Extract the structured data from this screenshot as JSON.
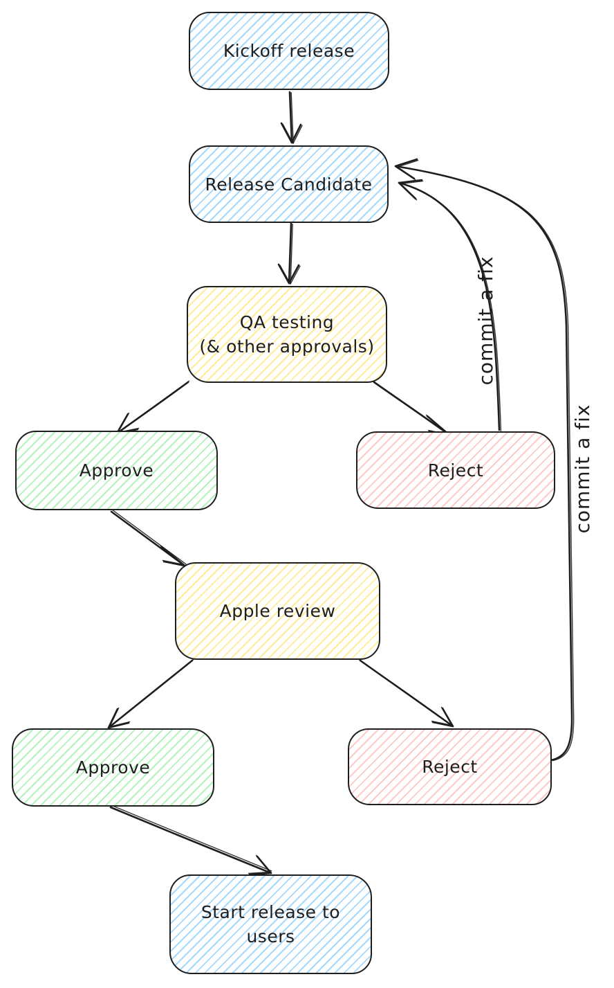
{
  "diagram": {
    "background": "#ffffff",
    "stroke_color": "#1e1e1e",
    "nodes": [
      {
        "id": "kickoff-release",
        "label": "Kickoff release",
        "color_name": "blue",
        "fill": "#a5d8ff"
      },
      {
        "id": "release-candidate",
        "label": "Release Candidate",
        "color_name": "blue",
        "fill": "#a5d8ff"
      },
      {
        "id": "qa-testing",
        "label": "QA testing\n(& other approvals)",
        "color_name": "yellow",
        "fill": "#ffec99"
      },
      {
        "id": "approve-qa",
        "label": "Approve",
        "color_name": "green",
        "fill": "#b2f2bb"
      },
      {
        "id": "reject-qa",
        "label": "Reject",
        "color_name": "red",
        "fill": "#ffc9c9"
      },
      {
        "id": "apple-review",
        "label": "Apple review",
        "color_name": "yellow",
        "fill": "#ffec99"
      },
      {
        "id": "approve-apple",
        "label": "Approve",
        "color_name": "green",
        "fill": "#b2f2bb"
      },
      {
        "id": "reject-apple",
        "label": "Reject",
        "color_name": "red",
        "fill": "#ffc9c9"
      },
      {
        "id": "start-release",
        "label": "Start release to\nusers",
        "color_name": "blue",
        "fill": "#a5d8ff"
      }
    ],
    "edges": [
      {
        "from": "kickoff-release",
        "to": "release-candidate",
        "label": ""
      },
      {
        "from": "release-candidate",
        "to": "qa-testing",
        "label": ""
      },
      {
        "from": "qa-testing",
        "to": "approve-qa",
        "label": ""
      },
      {
        "from": "qa-testing",
        "to": "reject-qa",
        "label": ""
      },
      {
        "from": "approve-qa",
        "to": "apple-review",
        "label": ""
      },
      {
        "from": "apple-review",
        "to": "approve-apple",
        "label": ""
      },
      {
        "from": "apple-review",
        "to": "reject-apple",
        "label": ""
      },
      {
        "from": "approve-apple",
        "to": "start-release",
        "label": ""
      },
      {
        "from": "reject-qa",
        "to": "release-candidate",
        "label": "commit a fix"
      },
      {
        "from": "reject-apple",
        "to": "release-candidate",
        "label": "commit a fix"
      }
    ]
  }
}
